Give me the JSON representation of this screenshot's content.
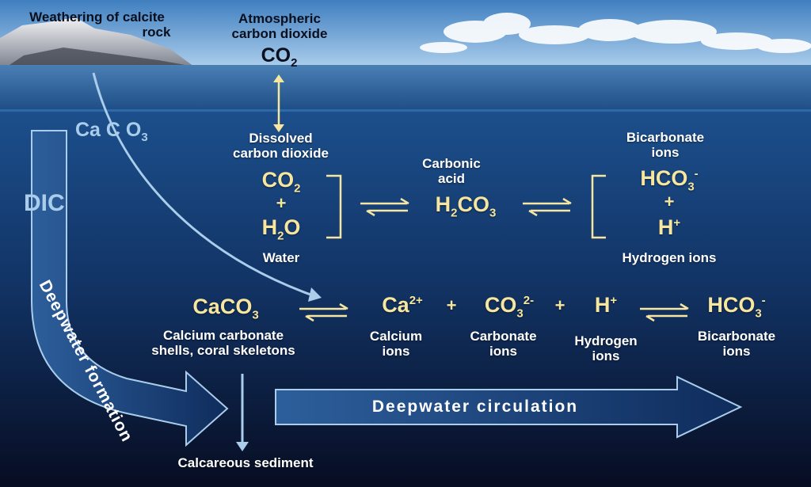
{
  "top": {
    "weathering": [
      "Weathering of calcite",
      "rock"
    ],
    "atmospheric": [
      "Atmospheric",
      "carbon dioxide"
    ],
    "co2_formula": {
      "base": "CO",
      "sub": "2"
    }
  },
  "left": {
    "caco3": "Ca C O",
    "caco3_sub": "3",
    "dic": "DIC",
    "deepwater_formation": "Deepwater formation"
  },
  "reaction1": {
    "dissolved": [
      "Dissolved",
      "carbon dioxide"
    ],
    "co2": {
      "base": "CO",
      "sub": "2"
    },
    "plus": "+",
    "h2o": {
      "a": "H",
      "sub": "2",
      "b": "O"
    },
    "water": "Water",
    "carbonic": [
      "Carbonic",
      "acid"
    ],
    "h2co3": {
      "a": "H",
      "sub1": "2",
      "b": "CO",
      "sub2": "3"
    },
    "bicarbonate": [
      "Bicarbonate",
      "ions"
    ],
    "hco3": {
      "base": "HCO",
      "sub": "3",
      "sup": "-"
    },
    "plus2": "+",
    "hplus": {
      "base": "H",
      "sup": "+"
    },
    "hydrogen": "Hydrogen ions"
  },
  "reaction2": {
    "caco3": {
      "base": "CaCO",
      "sub": "3"
    },
    "caco3_label": [
      "Calcium carbonate",
      "shells, coral skeletons"
    ],
    "ca": {
      "base": "Ca",
      "sup": "2+"
    },
    "ca_label": [
      "Calcium",
      "ions"
    ],
    "plus_a": "+",
    "co3": {
      "base": "CO",
      "sub": "3",
      "sup": "2-"
    },
    "co3_label": [
      "Carbonate",
      "ions"
    ],
    "plus_b": "+",
    "hplus": {
      "base": "H",
      "sup": "+"
    },
    "h_label": [
      "Hydrogen",
      "ions"
    ],
    "hco3": {
      "base": "HCO",
      "sub": "3",
      "sup": "-"
    },
    "hco3_label": [
      "Bicarbonate",
      "ions"
    ]
  },
  "bottom": {
    "circulation": "Deepwater circulation",
    "sediment": "Calcareous sediment"
  },
  "colors": {
    "sky_top": "#4f8fcc",
    "sea_surface": "#5a8fc2",
    "deep_water": "#0b1733",
    "formula_yellow": "#f6e6a0",
    "arrow_blue": "#a9cdea"
  }
}
